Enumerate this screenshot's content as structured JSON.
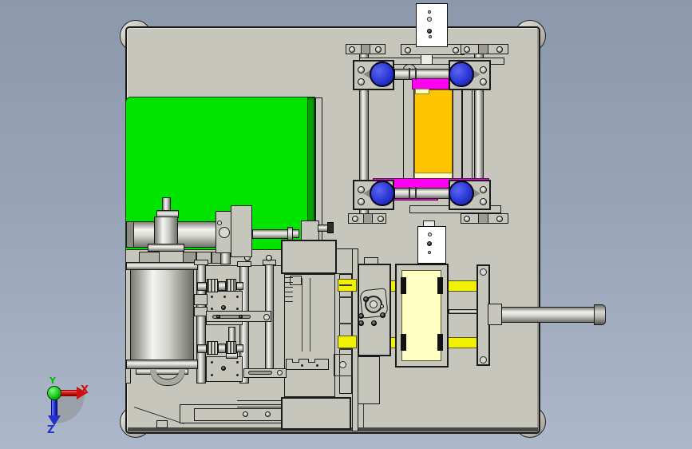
{
  "viewport": {
    "type": "cad-3d-view",
    "axis_triad": {
      "x_label": "X",
      "y_label": "Y",
      "z_label": "Z",
      "x_color": "#CC1111",
      "y_color": "#00BB00",
      "z_color": "#2233CC",
      "origin_color": "#00CC00"
    }
  },
  "colors": {
    "bg_top": "#8C99AD",
    "bg_bottom": "#ADB7CA",
    "baseplate": "#C6C6BD",
    "outline": "#1A1A1A",
    "green_panel": "#00E400",
    "green_edge": "#00A000",
    "magenta": "#FF00F2",
    "orange": "#FFC400",
    "cream": "#FFFFC4",
    "yellow": "#F2F200",
    "blue_knob": "#2B36D6",
    "white_part": "#FFFFFF",
    "foot": "#CFCFC6"
  },
  "components": [
    {
      "name": "baseplate",
      "color_ref": "baseplate"
    },
    {
      "name": "green-fixture-plate",
      "color_ref": "green_panel"
    },
    {
      "name": "pneumatic-cylinder",
      "color_ref": "baseplate"
    },
    {
      "name": "roller-drum-assembly",
      "color_ref": "baseplate"
    },
    {
      "name": "press-assembly-top",
      "color_ref": "orange"
    },
    {
      "name": "press-magenta-bars",
      "color_ref": "magenta"
    },
    {
      "name": "press-blue-knobs",
      "color_ref": "blue_knob"
    },
    {
      "name": "center-slide-plate",
      "color_ref": "baseplate"
    },
    {
      "name": "bearing-block",
      "color_ref": "baseplate"
    },
    {
      "name": "clamp-frame-cream",
      "color_ref": "cream"
    },
    {
      "name": "yellow-guide-rails",
      "color_ref": "yellow"
    },
    {
      "name": "piston-rod-right",
      "color_ref": "baseplate"
    },
    {
      "name": "corner-feet",
      "color_ref": "foot"
    }
  ]
}
